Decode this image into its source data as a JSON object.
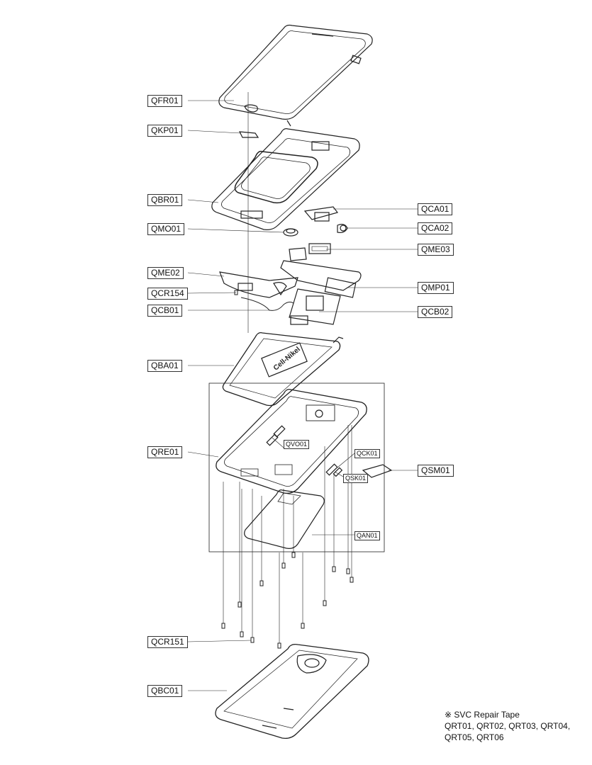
{
  "labels": {
    "QFR01": "QFR01",
    "QKP01": "QKP01",
    "QBR01": "QBR01",
    "QMO01": "QMO01",
    "QME02": "QME02",
    "QCR154": "QCR154",
    "QCB01": "QCB01",
    "QBA01": "QBA01",
    "QRE01": "QRE01",
    "QCR151": "QCR151",
    "QBC01": "QBC01",
    "QCA01": "QCA01",
    "QCA02": "QCA02",
    "QME03": "QME03",
    "QMP01": "QMP01",
    "QCB02": "QCB02",
    "QSM01": "QSM01",
    "QVO01": "QVO01",
    "QCK01": "QCK01",
    "QSK01": "QSK01",
    "QAN01": "QAN01"
  },
  "battery_text": "Cell-Nikel",
  "note": {
    "line1": "※ SVC Repair Tape",
    "line2": "QRT01, QRT02, QRT03, QRT04,",
    "line3": "QRT05, QRT06"
  }
}
